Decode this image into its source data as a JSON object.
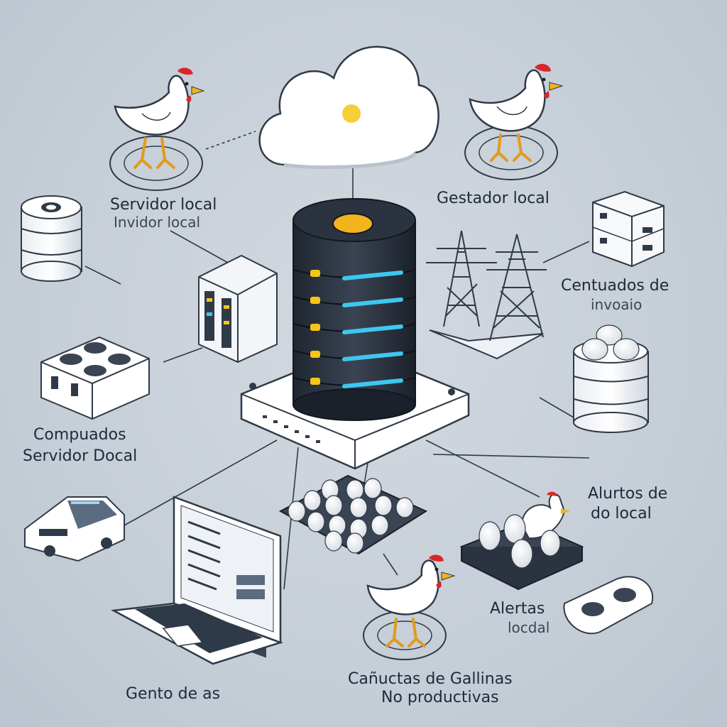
{
  "labels": {
    "servidor_local": {
      "line1": "Servidor local",
      "line2": "Invidor local"
    },
    "gestador_local": {
      "line1": "Gestador local"
    },
    "centuados": {
      "line1": "Centuados de",
      "line2": "invoaio"
    },
    "compuados": {
      "line1": "Compuados",
      "line2": "Servidor Docal"
    },
    "alurtos": {
      "line1": "Alurtos de",
      "line2": "do local"
    },
    "alertas": {
      "line1": "Alertas",
      "line2": "locdal"
    },
    "gallinas": {
      "line1": "Cañuctas de Gallinas",
      "line2": "No productivas"
    },
    "gento": {
      "line1": "Gento de as"
    }
  },
  "colors": {
    "background": "#c9d0d8",
    "server_body": "#2b3340",
    "server_accent": "#f2b31c",
    "led_blue": "#3ec7f0",
    "led_yellow": "#f5c518",
    "line": "#2f3a48",
    "comb": "#d9262c"
  }
}
